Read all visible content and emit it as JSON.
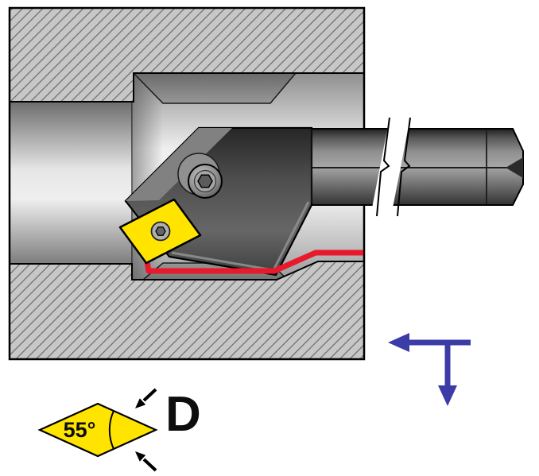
{
  "diagram": {
    "legend": {
      "angle_label": "55°",
      "insert_code": "D"
    },
    "colors": {
      "insert_yellow": "#FFE400",
      "cut_path_red": "#E8192C",
      "feed_arrow_blue": "#3C3CA6"
    },
    "icons": {
      "feed_left_arrow": "feed-left-arrow",
      "feed_down_arrow": "feed-down-arrow",
      "angle_pointer_top": "angle-pointer-arrow",
      "angle_pointer_bottom": "angle-pointer-arrow"
    }
  }
}
